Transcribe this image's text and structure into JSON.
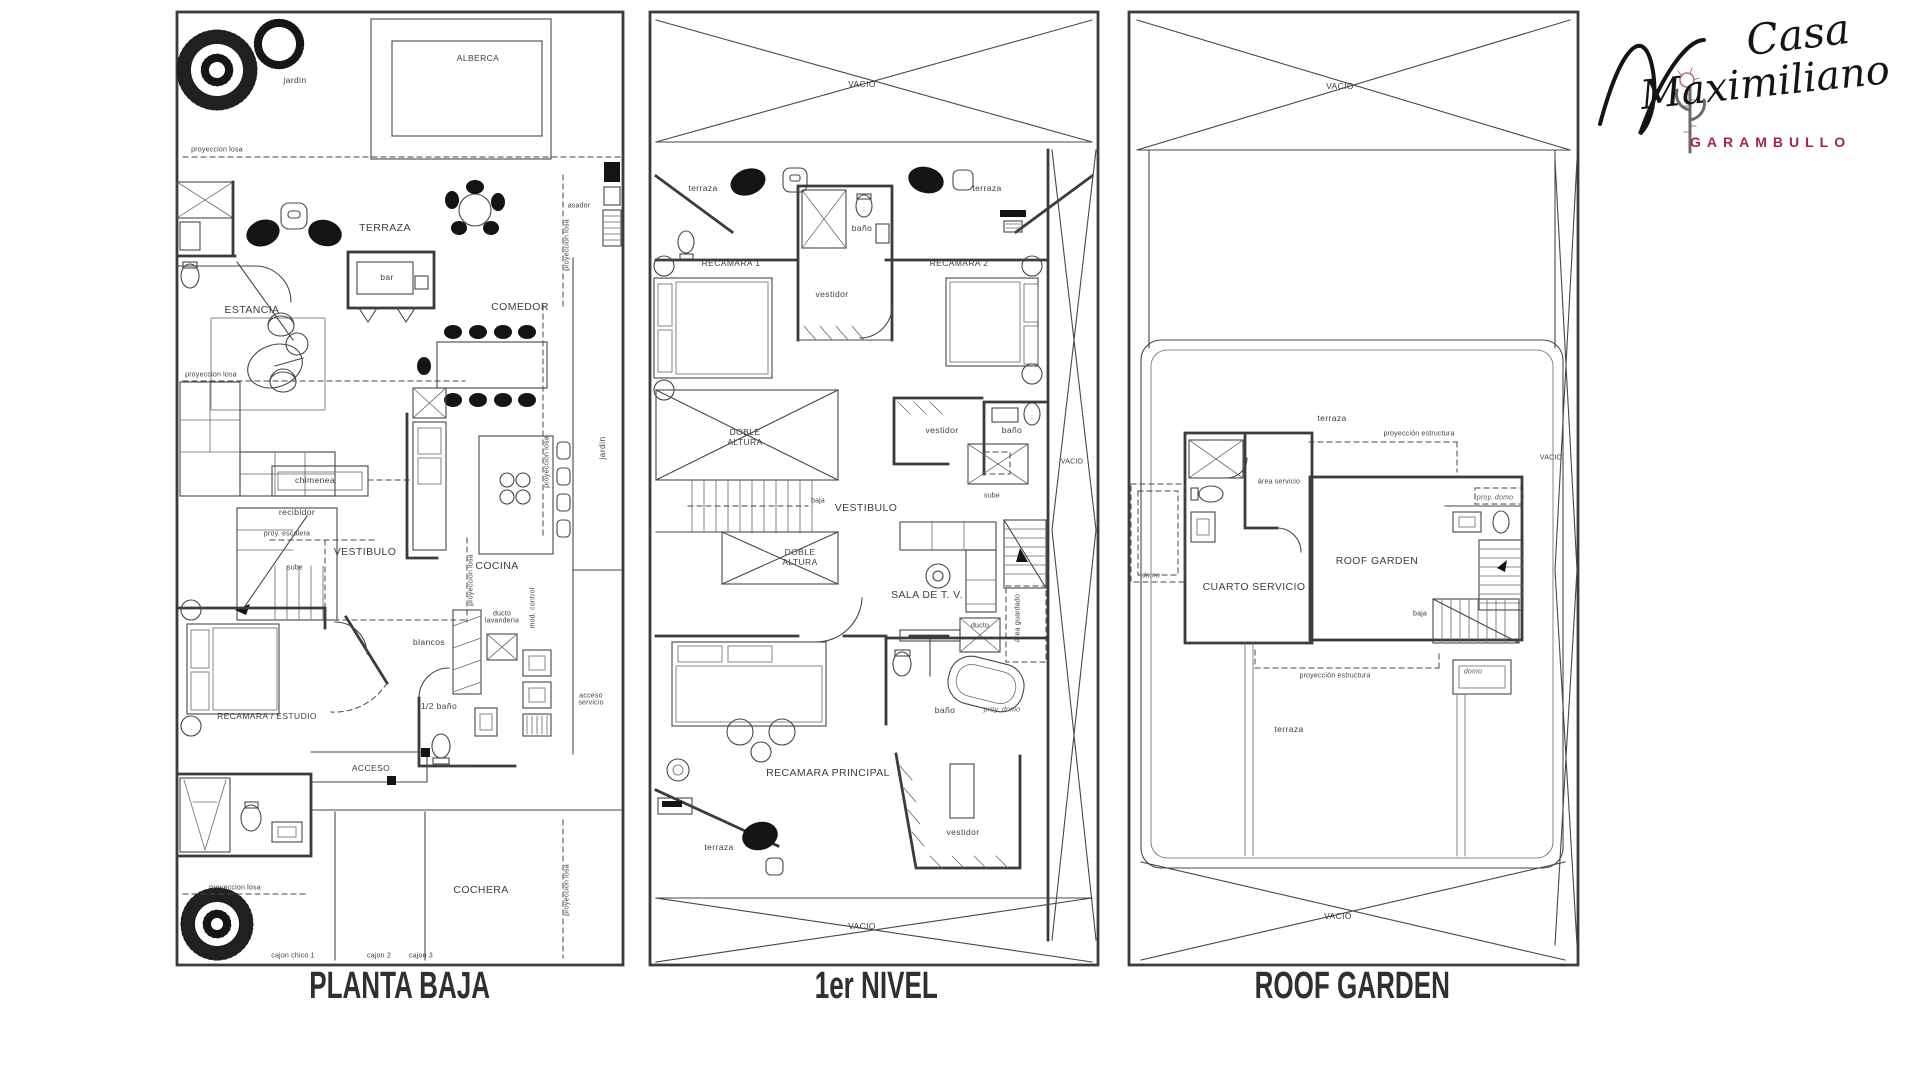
{
  "logo": {
    "casa": "Casa",
    "maximiliano": "Maximiliano",
    "sub": "GARAMBULLO",
    "accent_color": "#a81e5f"
  },
  "floors": [
    {
      "id": "planta-baja",
      "title": "PLANTA BAJA",
      "rooms": {
        "jardin": "jardin",
        "alberca": "ALBERCA",
        "proyeccion_losa": "proyeccion losa",
        "asador": "asador",
        "terraza": "TERRAZA",
        "bar": "bar",
        "estancia": "ESTANCIA",
        "comedor": "COMEDOR",
        "chimenea": "chimenea",
        "recibidor": "recibidor",
        "proy_escalera": "proy. escalera",
        "vestibulo": "VESTIBULO",
        "sube": "sube",
        "cocina": "COCINA",
        "blancos": "blancos",
        "ducto_lavanderia": "ducto lavanderia",
        "mod_control": "mod. control",
        "acceso_servicio": "acceso servicio",
        "medio_bano": "1/2 baño",
        "recamara_estudio": "RECAMARA / ESTUDIO",
        "acceso": "ACCESO",
        "cochera": "COCHERA",
        "cajon_chico_1": "cajon chico 1",
        "cajon_2": "cajon 2",
        "cajon_3": "cajon 3"
      }
    },
    {
      "id": "primer-nivel",
      "title": "1er NIVEL",
      "rooms": {
        "vacio": "VACIO",
        "terraza": "terraza",
        "recamara_1": "RECAMARA 1",
        "recamara_2": "RECAMARA 2",
        "bano": "baño",
        "vestidor": "vestidor",
        "doble_altura": "DOBLE ALTURA",
        "baja": "baja",
        "vestibulo": "VESTIBULO",
        "sube": "sube",
        "sala_tv": "SALA DE T. V.",
        "ducto": "ducto",
        "area_guardado": "área guardado",
        "proy_domo": "proy. domo",
        "recamara_principal": "RECAMARA PRINCIPAL"
      }
    },
    {
      "id": "roof-garden",
      "title": "ROOF GARDEN",
      "rooms": {
        "vacio": "VACIO",
        "terraza": "terraza",
        "proyeccion_estructura": "proyección estructura",
        "area_servicio": "área servicio",
        "cuarto_servicio": "CUARTO SERVICIO",
        "roof_garden": "ROOF GARDEN",
        "proy_domo": "proy. domo",
        "domo": "domo",
        "baja": "baja"
      }
    }
  ]
}
